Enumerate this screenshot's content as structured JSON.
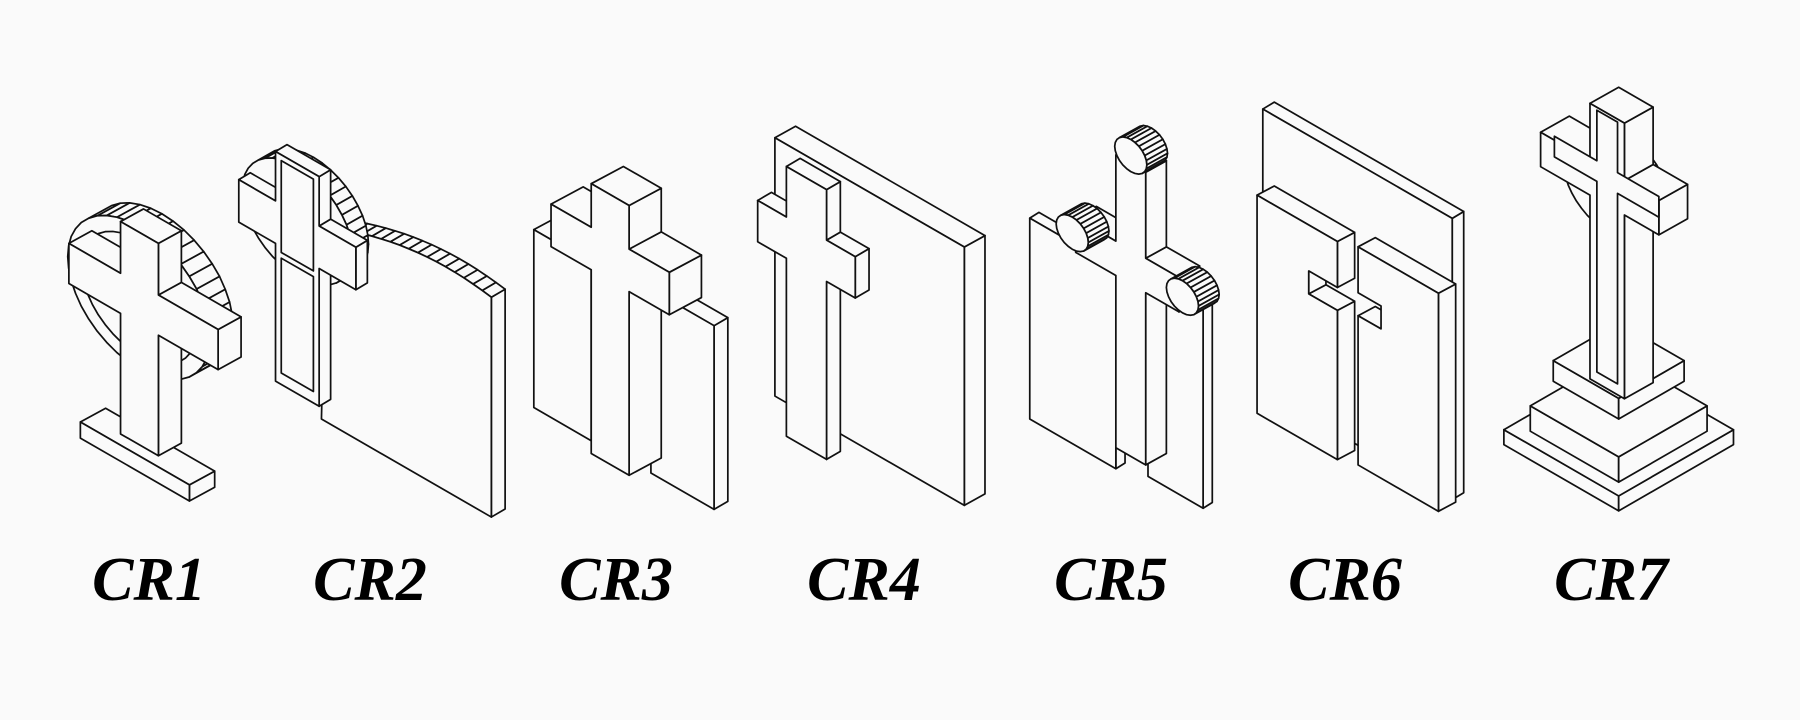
{
  "colors": {
    "background": "#fafafa",
    "line": "#111111",
    "face": "#fafafa",
    "label": "#000000"
  },
  "models": [
    {
      "id": "cr1",
      "label": "CR1",
      "kind": "celtic-cross-on-base"
    },
    {
      "id": "cr2",
      "label": "CR2",
      "kind": "celtic-cross-with-tablet"
    },
    {
      "id": "cr3",
      "label": "CR3",
      "kind": "cross-between-two-slabs"
    },
    {
      "id": "cr4",
      "label": "CR4",
      "kind": "cross-on-slab"
    },
    {
      "id": "cr5",
      "label": "CR5",
      "kind": "trefoil-cross-open-book"
    },
    {
      "id": "cr6",
      "label": "CR6",
      "kind": "cutout-cross-panels"
    },
    {
      "id": "cr7",
      "label": "CR7",
      "kind": "celtic-cross-on-stepped-base"
    }
  ]
}
